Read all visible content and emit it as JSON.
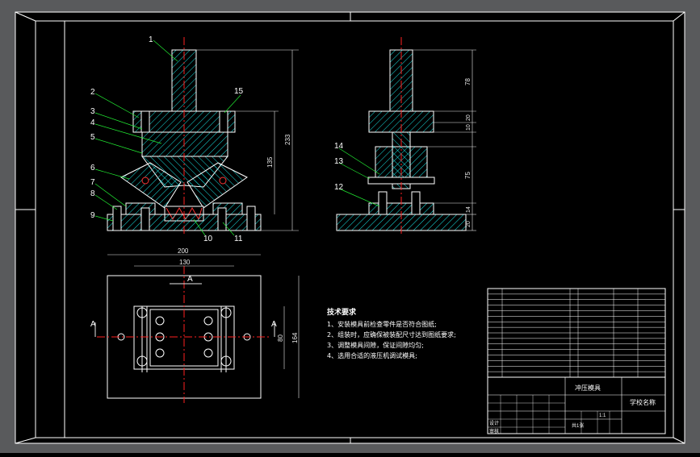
{
  "colors": {
    "background": "#595a5c",
    "sheet": "#000000",
    "frame": "#ffffff",
    "part": "#ffffff",
    "hatch": "#19e6e6",
    "center_line": "#ff2020",
    "dimension": "#e8e8e8",
    "leader": "#22ee33",
    "spring": "#ff3333"
  },
  "balloons": [
    "1",
    "2",
    "3",
    "4",
    "5",
    "6",
    "7",
    "8",
    "9",
    "10",
    "11",
    "12",
    "13",
    "14",
    "15"
  ],
  "dimensions": {
    "front_total_height": "233",
    "front_lower_height": "135",
    "side_top": "78",
    "side_plate_a": "20",
    "side_plate_b": "10",
    "side_mid": "75",
    "side_base_a": "14",
    "side_base_b": "20",
    "plan_width_outer": "200",
    "plan_width_inner": "130",
    "plan_height_outer": "164",
    "plan_height_inner": "80"
  },
  "section_labels": {
    "top": "A",
    "left": "A",
    "right": "A"
  },
  "tech_notes": {
    "title": "技术要求",
    "items": [
      "1、安装模具前检查零件是否符合图纸;",
      "2、组装时，应确保被装配尺寸达到图纸要求;",
      "3、调整模具间隙，保证间隙均匀;",
      "4、选用合适的液压机调试模具;"
    ]
  },
  "title_block": {
    "drawing_name": "冲压模具",
    "scale": "1:1",
    "sheet": "共1张",
    "designer": "设计",
    "check": "审核",
    "school": "学校名称"
  }
}
